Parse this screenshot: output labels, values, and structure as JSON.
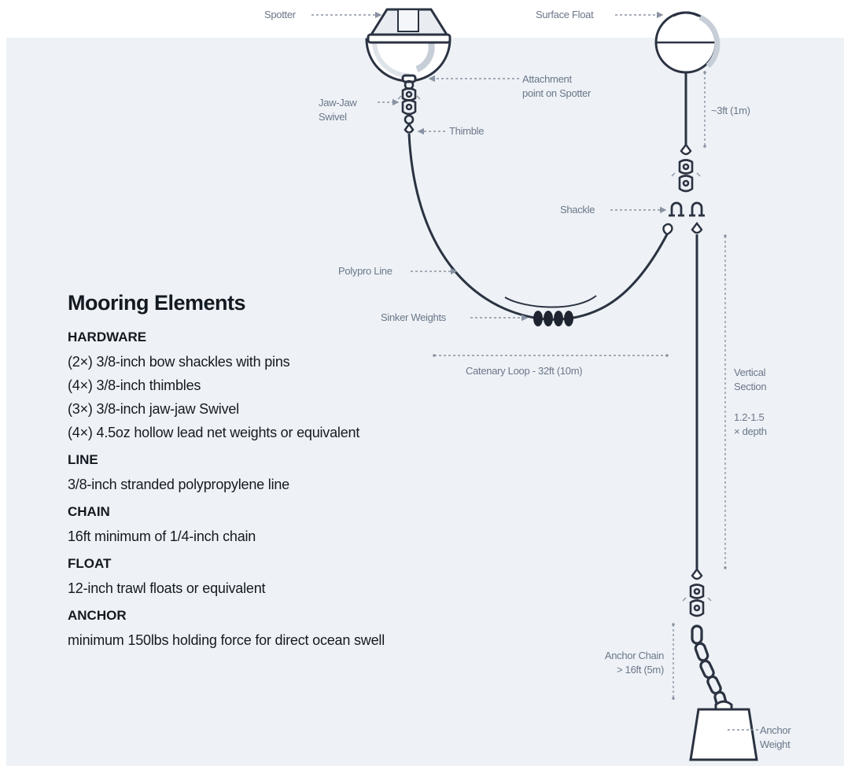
{
  "labels": {
    "spotter": "Spotter",
    "surface_float": "Surface Float",
    "attachment_line1": "Attachment",
    "attachment_line2": "point on Spotter",
    "swivel_line1": "Jaw-Jaw",
    "swivel_line2": "Swivel",
    "thimble": "Thimble",
    "three_ft": "~3ft (1m)",
    "shackle": "Shackle",
    "polypro_line": "Polypro Line",
    "sinker_weights": "Sinker Weights",
    "catenary_loop": "Catenary Loop - 32ft (10m)",
    "vertical_line1": "Vertical",
    "vertical_line2": "Section",
    "depth_line1": "1.2-1.5",
    "depth_line2": "× depth",
    "anchor_chain_line1": "Anchor Chain",
    "anchor_chain_line2": "> 16ft (5m)",
    "anchor_weight_line1": "Anchor",
    "anchor_weight_line2": "Weight"
  },
  "elements": {
    "title": "Mooring Elements",
    "hardware": {
      "heading": "HARDWARE",
      "items": [
        "(2×) 3/8-inch bow shackles with pins",
        "(4×) 3/8-inch thimbles",
        "(3×) 3/8-inch jaw-jaw Swivel",
        "(4×) 4.5oz hollow lead net weights or equivalent"
      ]
    },
    "line": {
      "heading": "LINE",
      "item": "3/8-inch stranded polypropylene line"
    },
    "chain": {
      "heading": "CHAIN",
      "item": "16ft minimum of 1/4-inch chain"
    },
    "float": {
      "heading": "FLOAT",
      "item": "12-inch trawl floats or equivalent"
    },
    "anchor": {
      "heading": "ANCHOR",
      "item": "minimum 150lbs holding force for direct ocean swell"
    }
  },
  "colors": {
    "panel_bg": "#eef2f6",
    "stroke": "#2b3342",
    "label": "#6b7689",
    "heading": "#141a22"
  }
}
